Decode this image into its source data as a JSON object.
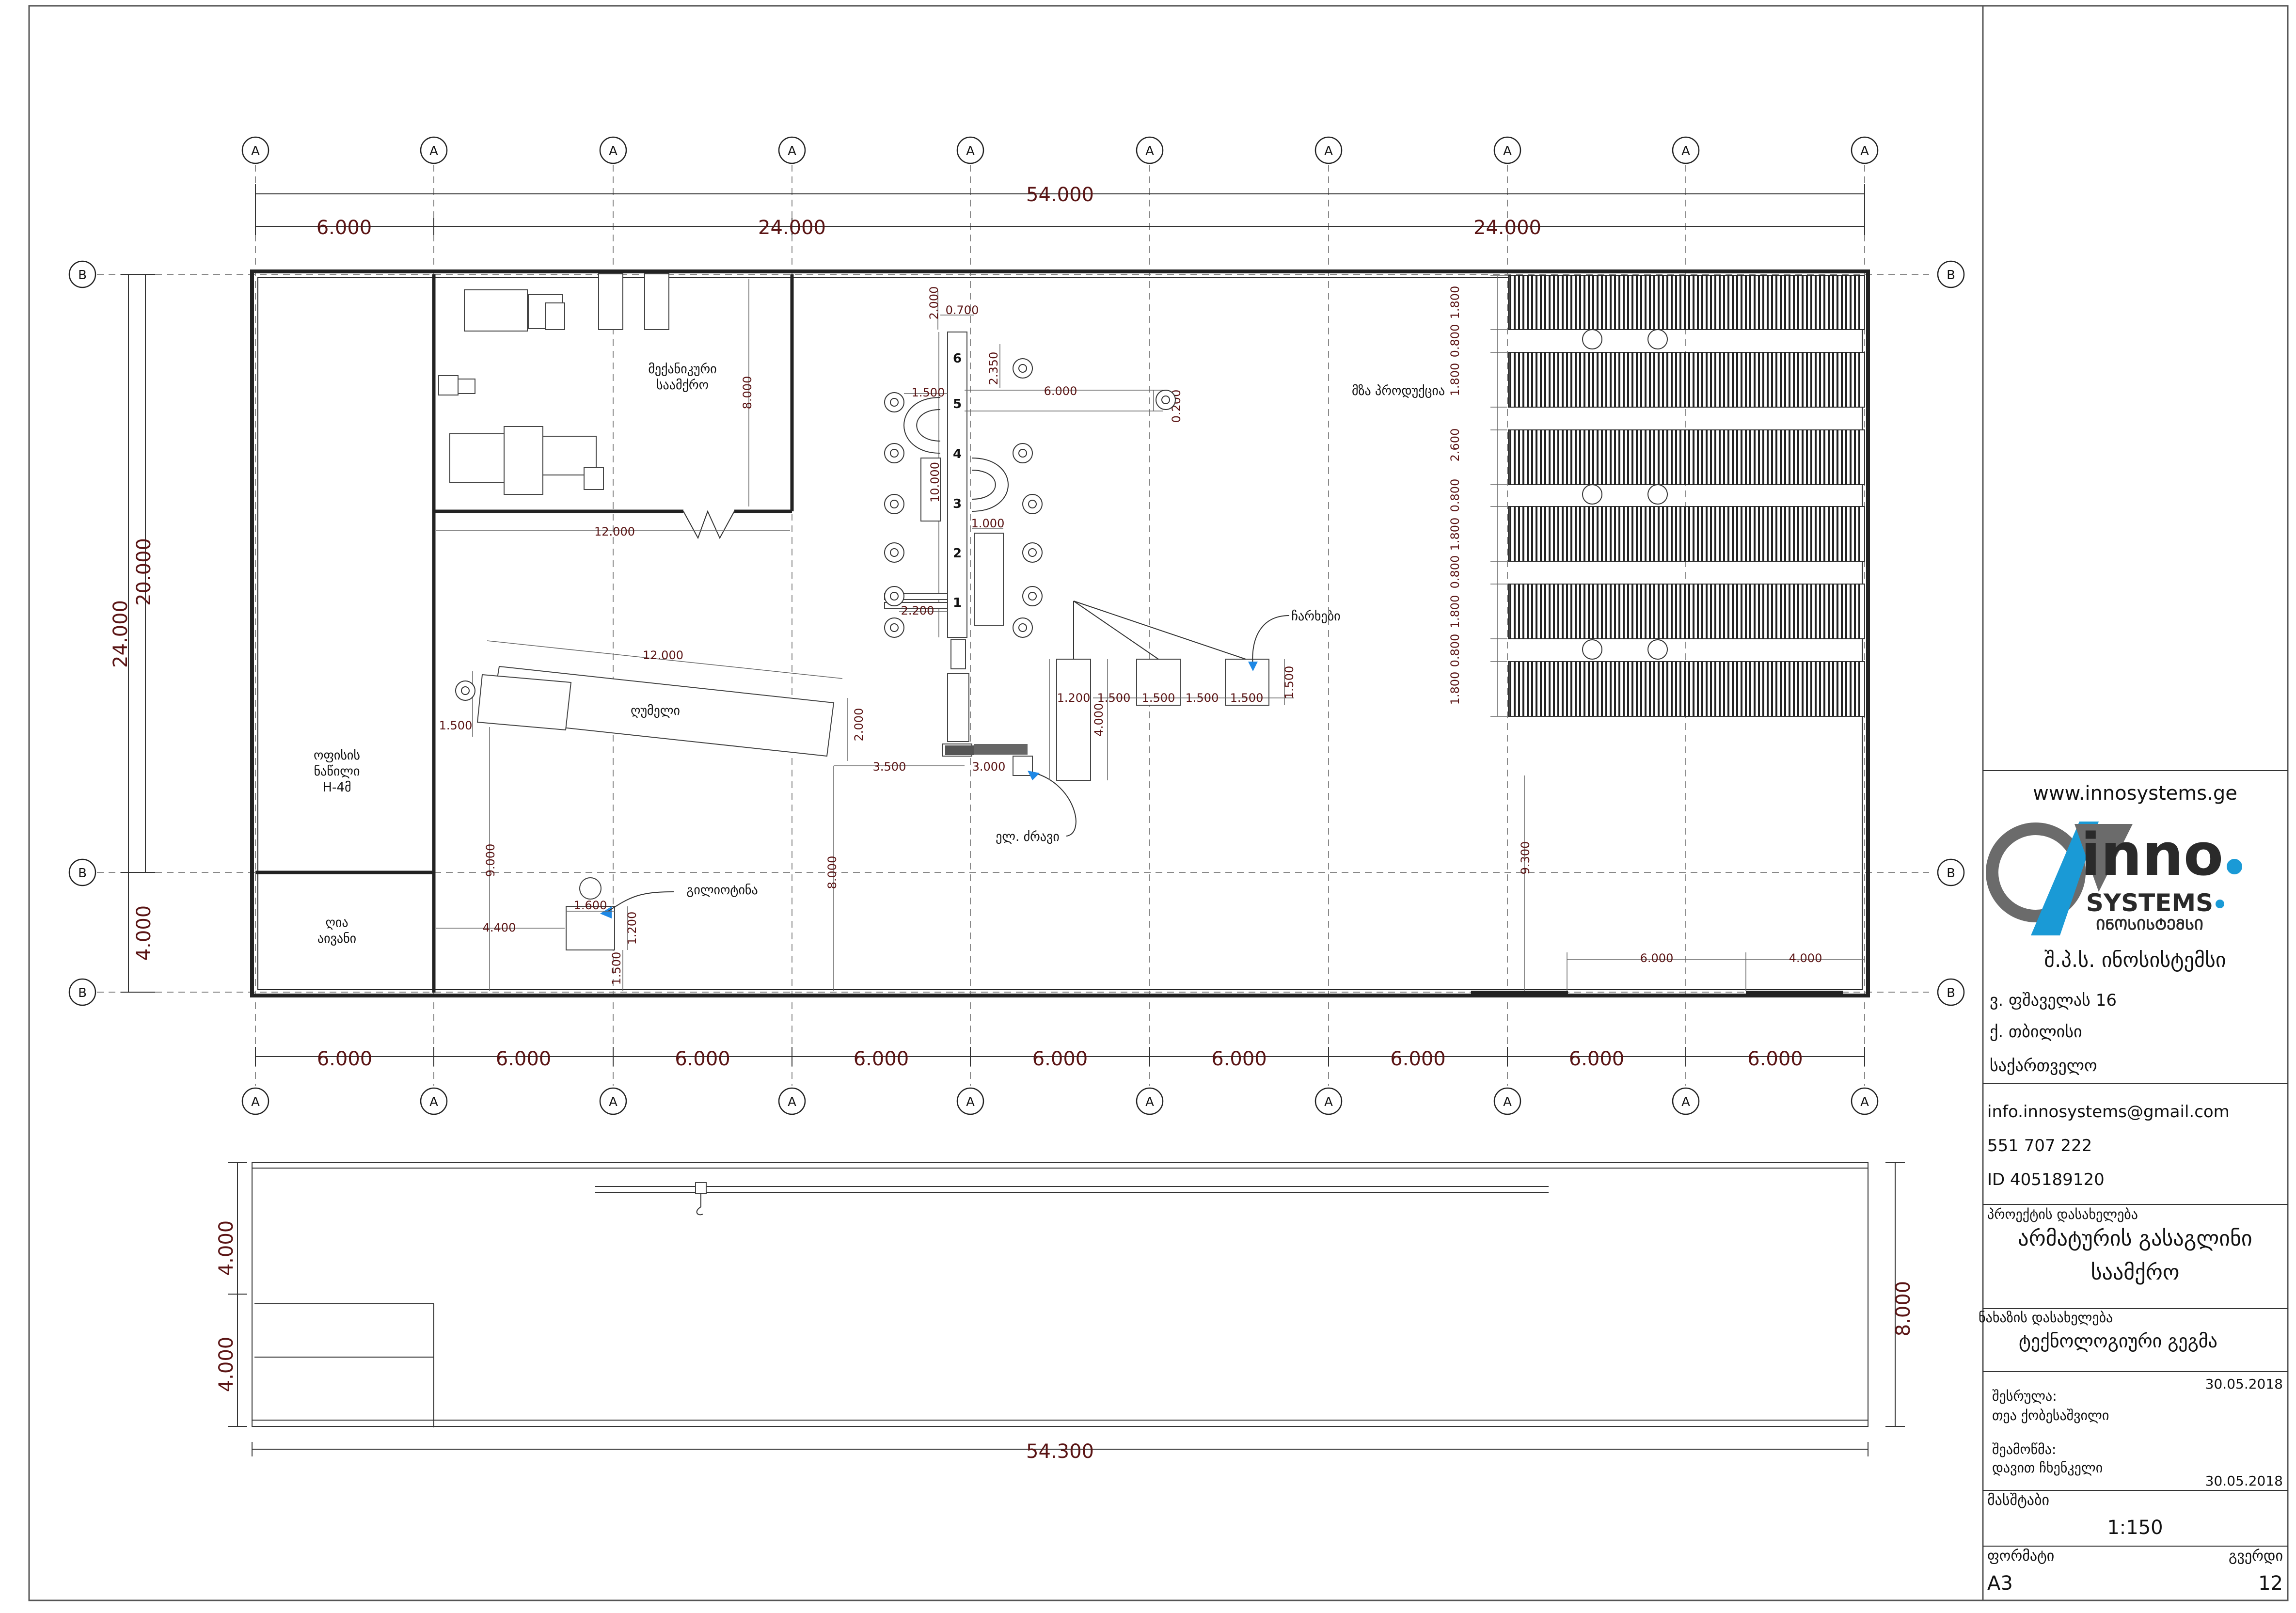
{
  "axes": {
    "top_labels": [
      "A",
      "A",
      "A",
      "A",
      "A",
      "A",
      "A",
      "A",
      "A",
      "A"
    ],
    "bottom_labels": [
      "A",
      "A",
      "A",
      "A",
      "A",
      "A",
      "A",
      "A",
      "A",
      "A"
    ],
    "left_labels": [
      "B",
      "B",
      "B"
    ],
    "right_labels": [
      "B",
      "B",
      "B"
    ]
  },
  "dimensions": {
    "overall_top": "54.000",
    "top_segments": [
      "6.000",
      "24.000",
      "24.000"
    ],
    "bottom_segments": [
      "6.000",
      "6.000",
      "6.000",
      "6.000",
      "6.000",
      "6.000",
      "6.000",
      "6.000",
      "6.000"
    ],
    "left_total": "24.000",
    "left_inner": "20.000",
    "left_lower": "4.000",
    "section_total": "54.300",
    "section_heights": [
      "4.000",
      "4.000"
    ],
    "section_right": "8.000"
  },
  "plan": {
    "rooms": {
      "office": [
        "ოფისის",
        "ნაწილი",
        "H-4მ"
      ],
      "open_shed": [
        "ღია",
        "აივანი"
      ],
      "mech_workshop": [
        "მექანიკური",
        "საამქრო"
      ],
      "finished_products": "მზა პროდუქცია",
      "furnace": "ღუმელი",
      "electric_motor": "ელ. ძრავი",
      "rollers": "ჩარხები",
      "guillotine": "გილიოტინა"
    },
    "stand_numbers": [
      "6",
      "5",
      "4",
      "3",
      "2",
      "1"
    ],
    "internal_dims": [
      "2.000",
      "0.700",
      "2.350",
      "1.500",
      "6.000",
      "0.200",
      "10.000",
      "1.000",
      "2.200",
      "12.000",
      "8.000",
      "12.000",
      "1.500",
      "2.000",
      "3.500",
      "3.000",
      "1.200",
      "1.500",
      "1.500",
      "1.500",
      "1.500",
      "4.000",
      "9.000",
      "8.000",
      "4.400",
      "1.600",
      "1.200",
      "1.500",
      "9.300",
      "6.000",
      "4.000"
    ],
    "storage_dims": [
      "1.800",
      "0.800",
      "1.800",
      "2.600",
      "0.800",
      "1.800",
      "0.800",
      "1.800",
      "0.800",
      "1.800"
    ]
  },
  "title_block": {
    "website": "www.innosystems.ge",
    "logo": {
      "main": "inno",
      "sub": "SYSTEMS",
      "geo": "ᲘᲜᲝᲡᲘᲡᲢᲔᲛᲡᲘ"
    },
    "company": "შ.პ.ს. ინოსისტემსი",
    "address_lines": [
      "ვ. ფშაველას 16",
      "ქ. თბილისი",
      "საქართველო"
    ],
    "email": "info.innosystems@gmail.com",
    "phone": "551 707 222",
    "id_line": "ID 405189120",
    "project_label": "პროექტის დასახელება",
    "project_name": [
      "არმატურის გასაგლინი",
      "საამქრო"
    ],
    "drawing_label": "ნახაზის დასახელება",
    "drawing_name": "ტექნოლოგიური გეგმა",
    "executed_label": "შესრულა:",
    "executed_by": "თეა ქობესაშვილი",
    "executed_date": "30.05.2018",
    "checked_label": "შეამოწმა:",
    "checked_by": "დავით ჩხენკელი",
    "checked_date": "30.05.2018",
    "scale_label": "მასშტაბი",
    "scale": "1:150",
    "format_label": "ფორმატი",
    "format": "A3",
    "sheet_label": "გვერდი",
    "sheet": "12"
  },
  "colors": {
    "dimension_text": "#5a1414",
    "leader_arrow": "#1e88e5",
    "logo_blue": "#1a9ad6",
    "logo_grey": "#6b6b6b"
  }
}
